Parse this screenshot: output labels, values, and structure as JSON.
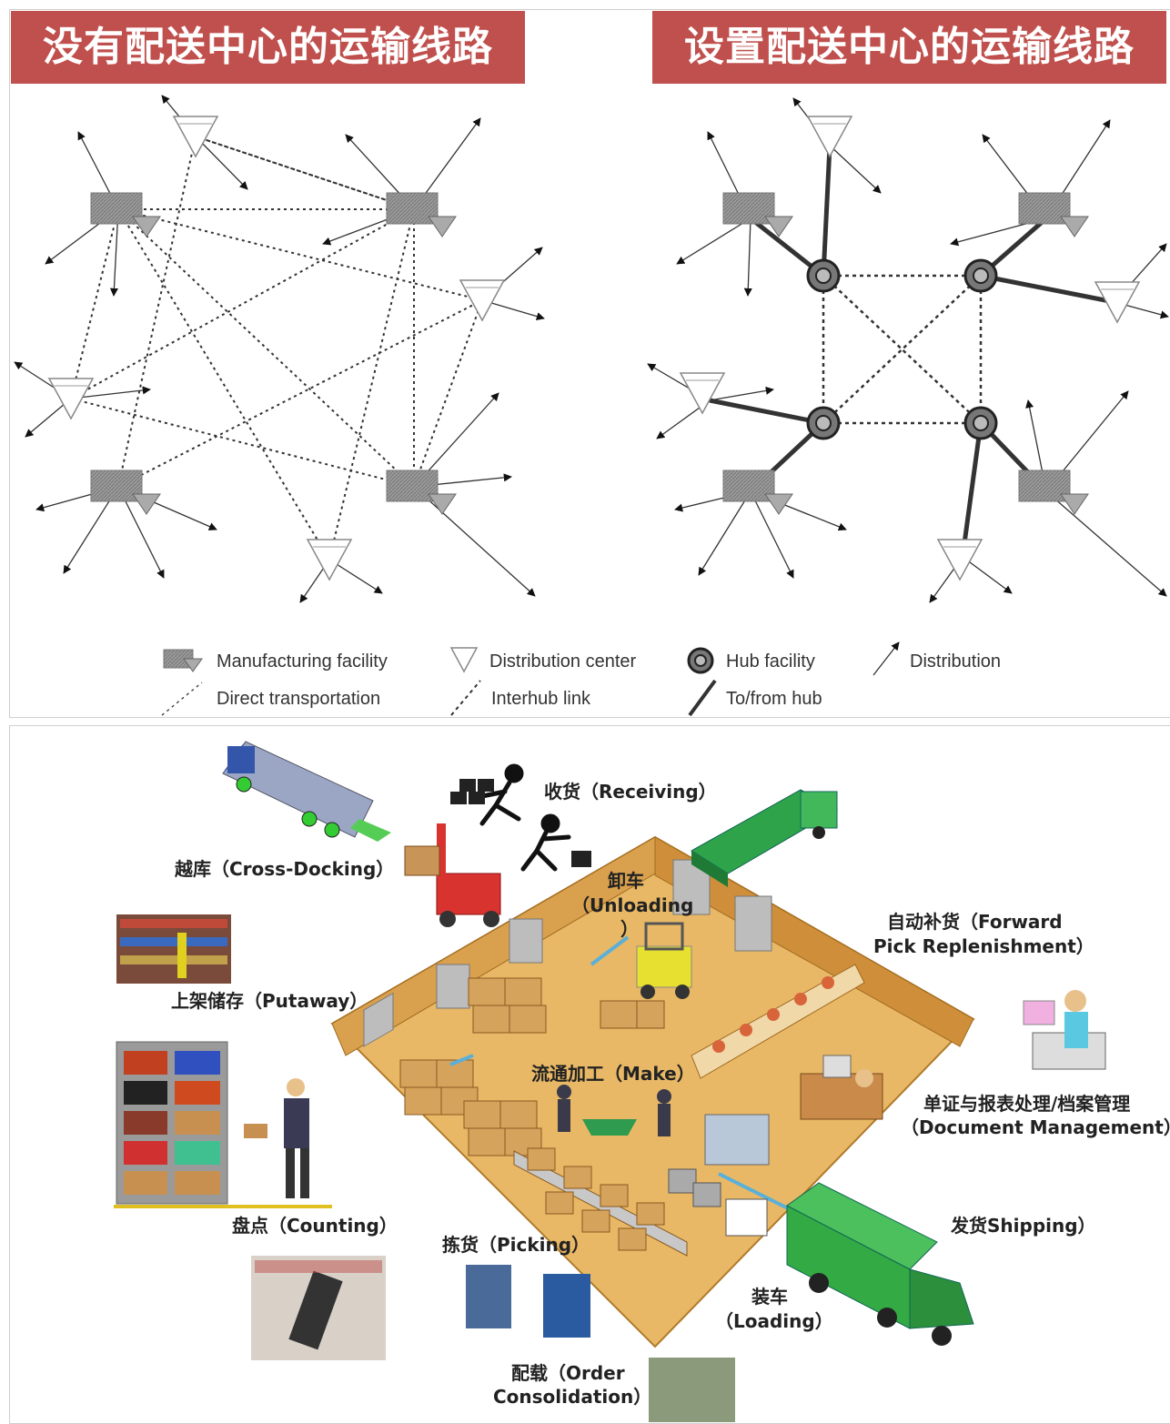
{
  "top": {
    "left_title": "没有配送中心的运输线路",
    "right_title": "设置配送中心的运输线路",
    "legend": {
      "manufacturing": "Manufacturing facility",
      "distribution_center": "Distribution center",
      "hub": "Hub facility",
      "distribution": "Distribution",
      "direct": "Direct transportation",
      "interhub": "Interhub link",
      "tofrom": "To/from hub"
    }
  },
  "warehouse": {
    "receiving": "收货（Receiving）",
    "cross_docking": "越库（Cross-Docking）",
    "unloading_cn": "卸车",
    "unloading_en": "（Unloading",
    "unloading_close": "）",
    "putaway": "上架储存（Putaway）",
    "forward_1": "自动补货（Forward",
    "forward_2": "Pick Replenishment）",
    "make": "流通加工（Make）",
    "doc_1": "单证与报表处理/档案管理",
    "doc_2": "（Document Management）",
    "counting": "盘点（Counting）",
    "picking": "拣货（Picking）",
    "shipping": "发货Shipping）",
    "loading_cn": "装车",
    "loading_en": "（Loading）",
    "order_1": "配载（Order",
    "order_2": "Consolidation）"
  },
  "colors": {
    "banner": "#c0504d",
    "floor": "#e8b866",
    "wall": "#d9a04e",
    "truck_green": "#3a9a3a",
    "box": "#d6a35c"
  }
}
